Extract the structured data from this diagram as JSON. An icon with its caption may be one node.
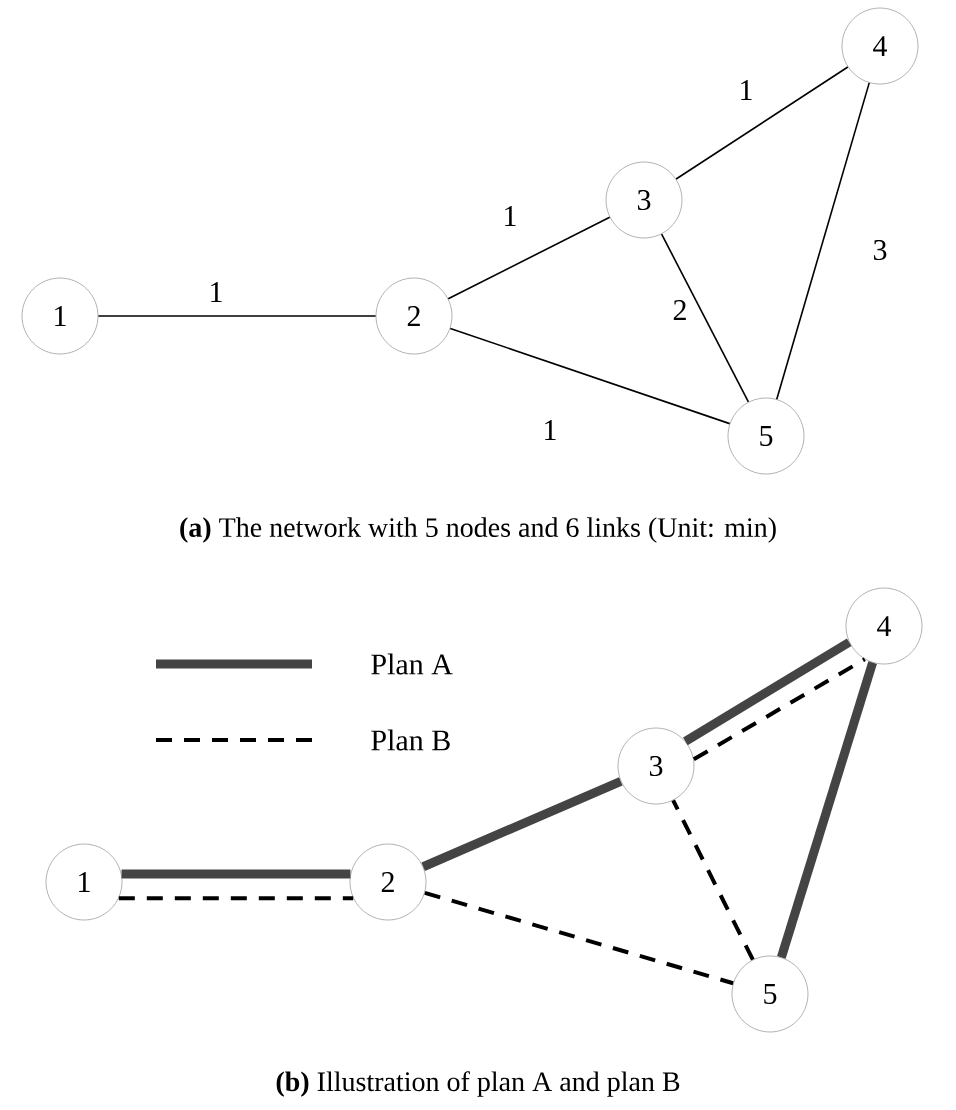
{
  "diagram": {
    "nodes": [
      {
        "text": [
          "1"
        ]
      },
      {
        "text": [
          "2"
        ]
      },
      {
        "text": [
          "3"
        ]
      },
      {
        "text": [
          "4"
        ]
      },
      {
        "text": [
          "5"
        ]
      },
      {
        "text": [
          "1"
        ]
      },
      {
        "text": [
          "2"
        ]
      },
      {
        "text": [
          "3"
        ]
      },
      {
        "text": [
          "4"
        ]
      },
      {
        "text": [
          "5"
        ]
      }
    ],
    "edges": [
      {
        "from": 0,
        "to": 1,
        "arrow": "none",
        "label": "1"
      },
      {
        "from": 1,
        "to": 2,
        "arrow": "none",
        "label": "1"
      },
      {
        "from": 2,
        "to": 3,
        "arrow": "none",
        "label": "1"
      },
      {
        "from": 2,
        "to": 4,
        "arrow": "none",
        "label": "2"
      },
      {
        "from": 3,
        "to": 4,
        "arrow": "none",
        "label": "3"
      },
      {
        "from": 1,
        "to": 4,
        "arrow": "none",
        "label": "1"
      },
      {
        "from": 5,
        "to": 6,
        "arrow": "none",
        "style": "thick",
        "color": "#444444"
      },
      {
        "from": 6,
        "to": 7,
        "arrow": "none",
        "style": "thick",
        "color": "#444444"
      },
      {
        "from": 7,
        "to": 8,
        "arrow": "none",
        "style": "thick",
        "color": "#444444"
      },
      {
        "from": 8,
        "to": 9,
        "arrow": "none",
        "style": "thick",
        "color": "#444444"
      },
      {
        "from": 5,
        "to": 6,
        "arrow": "none",
        "style": "dashed"
      },
      {
        "from": 6,
        "to": 9,
        "arrow": "none",
        "style": "dashed"
      },
      {
        "from": 9,
        "to": 7,
        "arrow": "none",
        "style": "dashed"
      },
      {
        "from": 7,
        "to": 8,
        "arrow": "none",
        "style": "dashed"
      }
    ],
    "labels": [
      "**(a)** The network with 5 nodes and 6 links (Unit: min)",
      "**(b)** Illustration of plan A and plan B"
    ],
    "legend": [
      {
        "text": "Plan A"
      },
      {
        "text": "Plan B"
      }
    ]
  }
}
